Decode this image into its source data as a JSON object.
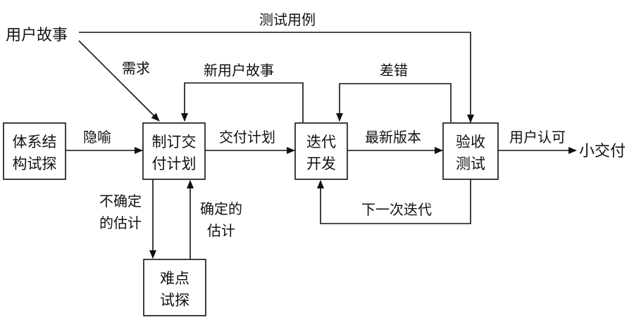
{
  "nodes": {
    "arch": {
      "lines": [
        "体系结",
        "构试探"
      ]
    },
    "plan": {
      "lines": [
        "制订交",
        "付计划"
      ]
    },
    "hard": {
      "lines": [
        "难点",
        "试探"
      ]
    },
    "iter": {
      "lines": [
        "迭代",
        "开发"
      ]
    },
    "accept": {
      "lines": [
        "验收",
        "测试"
      ]
    }
  },
  "terms": {
    "user_story": "用户故事",
    "small_release": "小交付"
  },
  "labels": {
    "test_cases": "测试用例",
    "requirements": "需求",
    "metaphor": "隐喻",
    "release_plan": "交付计划",
    "new_user_story": "新用户故事",
    "bugs": "差错",
    "latest_version": "最新版本",
    "user_approval": "用户认可",
    "next_iteration": "下一次迭代",
    "uncertain_estimate": [
      "不确定",
      "的估计"
    ],
    "confident_estimate": [
      "确定的",
      "估计"
    ]
  }
}
